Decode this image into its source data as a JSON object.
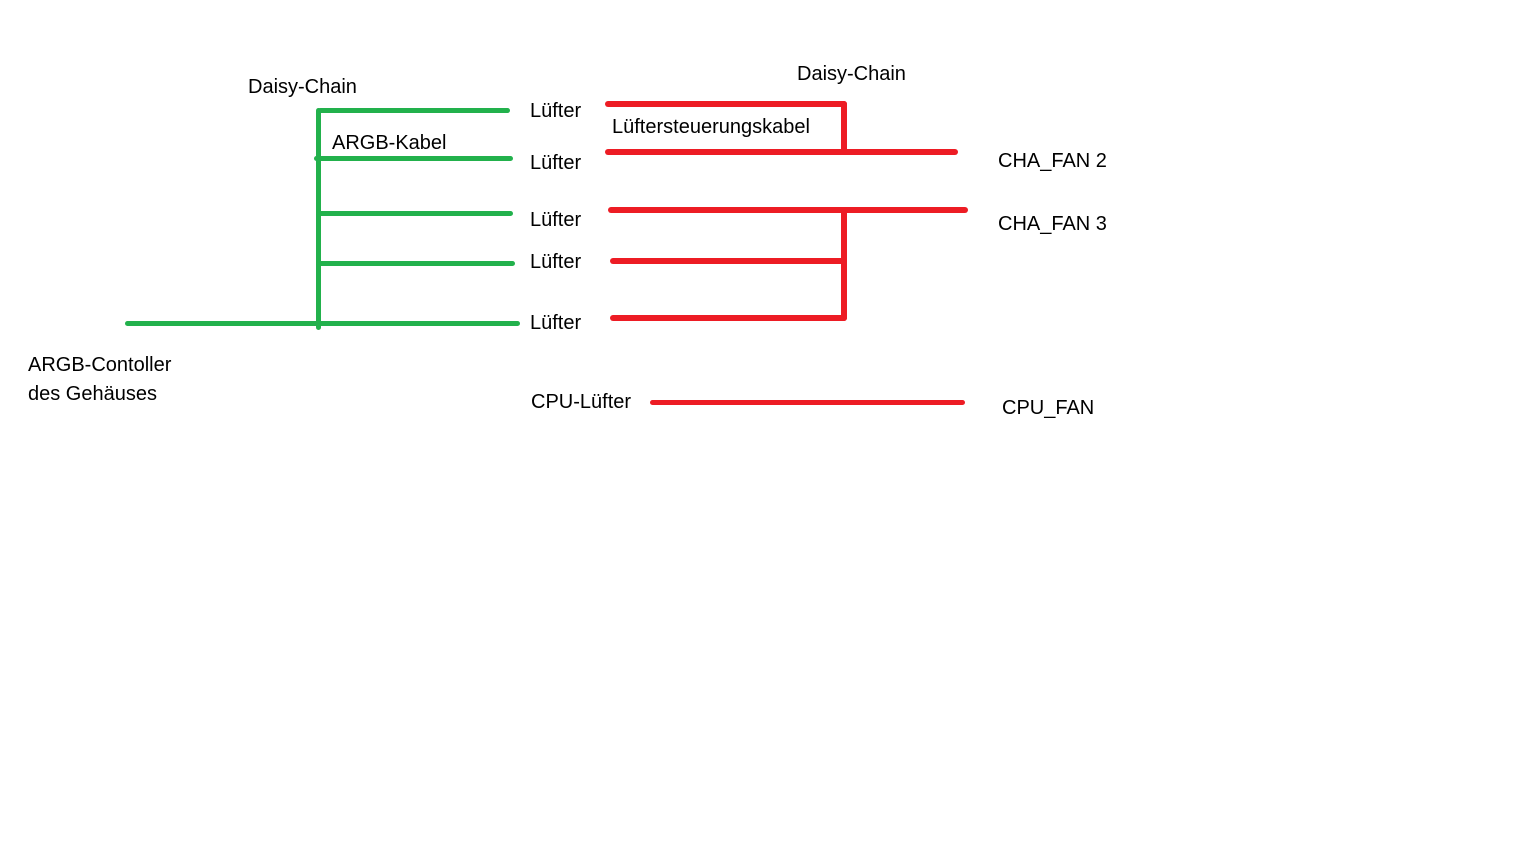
{
  "colors": {
    "argb_cable_green": "#22B14C",
    "fan_cable_red": "#ED1C24",
    "text": "#000000",
    "background": "#FFFFFF"
  },
  "green_chain": {
    "daisy_chain_label": "Daisy-Chain",
    "cable_label": "ARGB-Kabel",
    "source_label": "ARGB-Contoller\ndes Gehäuses",
    "fans": [
      {
        "label": "Lüfter"
      },
      {
        "label": "Lüfter"
      },
      {
        "label": "Lüfter"
      },
      {
        "label": "Lüfter"
      },
      {
        "label": "Lüfter"
      }
    ]
  },
  "red_chain": {
    "daisy_chain_label": "Daisy-Chain",
    "cable_label": "Lüftersteuerungskabel",
    "headers": {
      "cha_fan_2": "CHA_FAN 2",
      "cha_fan_3": "CHA_FAN 3",
      "cpu_fan": "CPU_FAN"
    }
  },
  "cpu": {
    "fan_label": "CPU-Lüfter"
  }
}
